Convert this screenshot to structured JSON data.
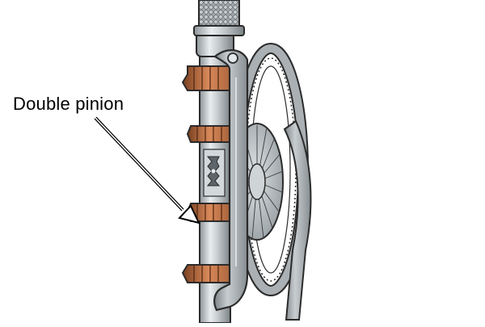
{
  "diagram": {
    "callout": {
      "label": "Double pinion"
    },
    "parts": [
      {
        "name": "knurled-chuck",
        "icon": "knurled-cylinder"
      },
      {
        "name": "spindle",
        "icon": "steel-shaft"
      },
      {
        "name": "double-pinion",
        "icon": "bevel-gear-pair"
      },
      {
        "name": "frame",
        "icon": "steel-frame"
      },
      {
        "name": "drive-wheel",
        "icon": "toothed-wheel"
      }
    ],
    "colors": {
      "steel_light": "#e4e8ea",
      "steel_mid": "#b9bec2",
      "steel_dark": "#6f767b",
      "gear_copper": "#c9784a",
      "gear_dark": "#7a3f1f",
      "outline": "#2b2b2b",
      "background": "#ffffff"
    }
  }
}
